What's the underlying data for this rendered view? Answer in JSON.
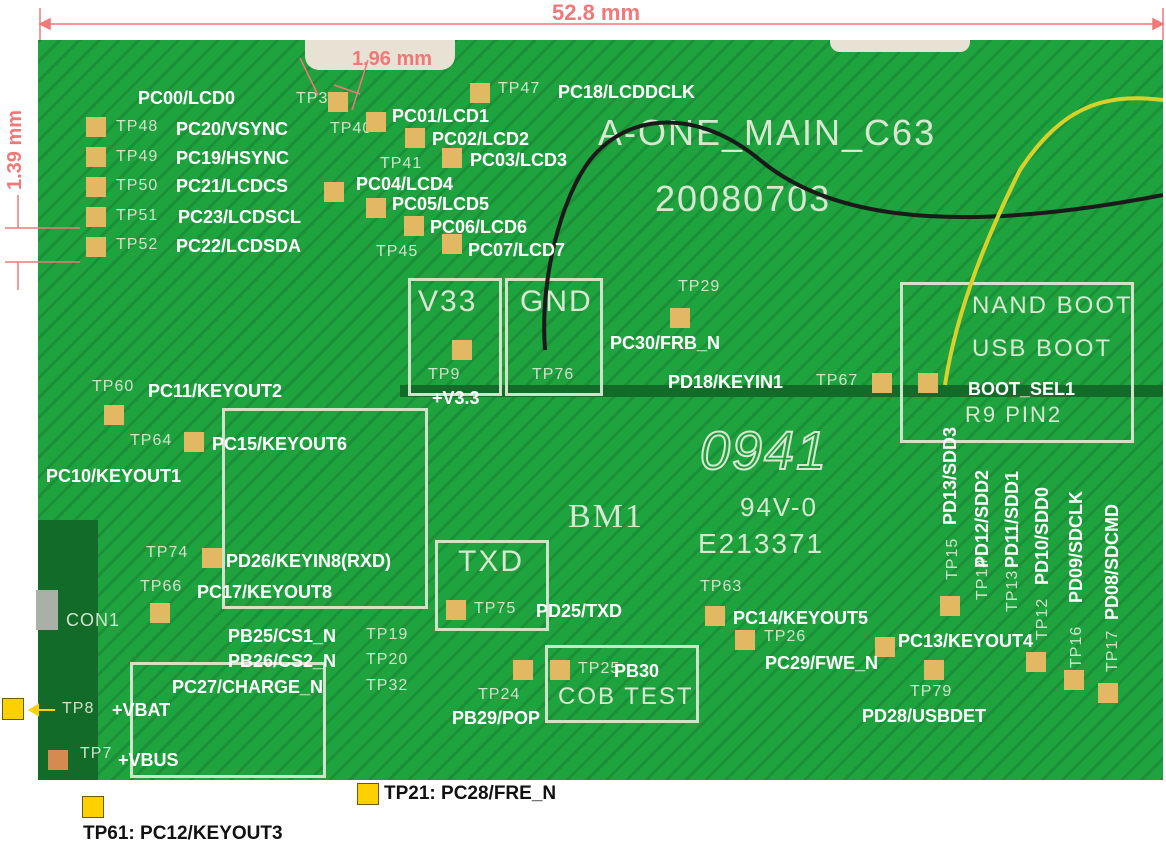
{
  "dimensions": {
    "width": "52.8 mm",
    "pitch": "1.96 mm",
    "spacing": "1.39 mm"
  },
  "silkscreen": {
    "board_name": "A-ONE_MAIN_C63",
    "date_code": "20080703",
    "v33": "V33",
    "gnd": "GND",
    "nand_boot": "NAND BOOT",
    "usb_boot": "USB BOOT",
    "r9_pin2": "R9  PIN2",
    "txd": "TXD",
    "cob_test": "COB TEST",
    "bm1": "BM1",
    "ul_rating": "94V-0",
    "ul_file": "E213371",
    "week_code": "0941",
    "con1": "CON1",
    "tp": [
      "TP39",
      "TP40",
      "TP47",
      "TP48",
      "TP49",
      "TP50",
      "TP51",
      "TP52",
      "TP41",
      "TP45",
      "TP29",
      "TP9",
      "TP76",
      "TP67",
      "TP60",
      "TP64",
      "TP74",
      "TP66",
      "TP75",
      "TP19",
      "TP20",
      "TP32",
      "TP24",
      "TP25",
      "TP63",
      "TP26",
      "TP79",
      "TP8",
      "TP7",
      "TP15",
      "TP14",
      "TP13",
      "TP12",
      "TP16",
      "TP17"
    ]
  },
  "labels": {
    "pc00": "PC00/LCD0",
    "pc20": "PC20/VSYNC",
    "pc19": "PC19/HSYNC",
    "pc21": "PC21/LCDCS",
    "pc23": "PC23/LCDSCL",
    "pc22": "PC22/LCDSDA",
    "pc01": "PC01/LCD1",
    "pc02": "PC02/LCD2",
    "pc03": "PC03/LCD3",
    "pc04": "PC04/LCD4",
    "pc05": "PC05/LCD5",
    "pc06": "PC06/LCD6",
    "pc07": "PC07/LCD7",
    "pc18": "PC18/LCDDCLK",
    "pc30": "PC30/FRB_N",
    "pd18": "PD18/KEYIN1",
    "boot_sel1": "BOOT_SEL1",
    "pc11": "PC11/KEYOUT2",
    "v3v3": "+V3.3",
    "pc15": "PC15/KEYOUT6",
    "pc10": "PC10/KEYOUT1",
    "pd26": "PD26/KEYIN8(RXD)",
    "pc17": "PC17/KEYOUT8",
    "pd25": "PD25/TXD",
    "pc14": "PC14/KEYOUT5",
    "pc13": "PC13/KEYOUT4",
    "pb25": "PB25/CS1_N",
    "pb26": "PB26/CS2_N",
    "pc27": "PC27/CHARGE_N",
    "pb30": "PB30",
    "pc29": "PC29/FWE_N",
    "vbat": "+VBAT",
    "pb29": "PB29/POP",
    "pd28": "PD28/USBDET",
    "vbus": "+VBUS",
    "pd13": "PD13/SDD3",
    "pd12": "PD12/SDD2",
    "pd11": "PD11/SDD1",
    "pd10": "PD10/SDD0",
    "pd09": "PD09/SDCLK",
    "pd08": "PD08/SDCMD"
  },
  "offboard": {
    "tp21": "TP21: PC28/FRE_N",
    "tp61": "TP61: PC12/KEYOUT3"
  },
  "colors": {
    "board": "#1fa33f",
    "pad": "#e2b863",
    "dimension": "#f07878",
    "marker": "#ffd000"
  }
}
